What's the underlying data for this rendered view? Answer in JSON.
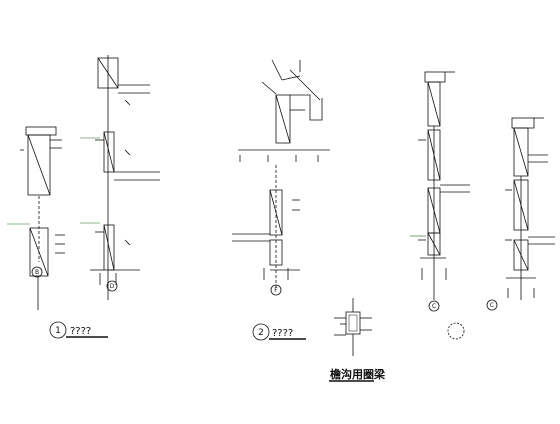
{
  "colors": {
    "ink": "#111111",
    "leader_green": "#1a6b1a",
    "paper": "#ffffff"
  },
  "details": [
    {
      "number": "1",
      "title": "????",
      "axis_labels": [
        "B",
        "D"
      ]
    },
    {
      "number": "2",
      "title": "????",
      "axis_labels": [
        "F"
      ]
    },
    {
      "number": "",
      "title": "",
      "axis_labels": [
        "C",
        "C"
      ]
    }
  ],
  "caption": "檐沟用圈梁"
}
